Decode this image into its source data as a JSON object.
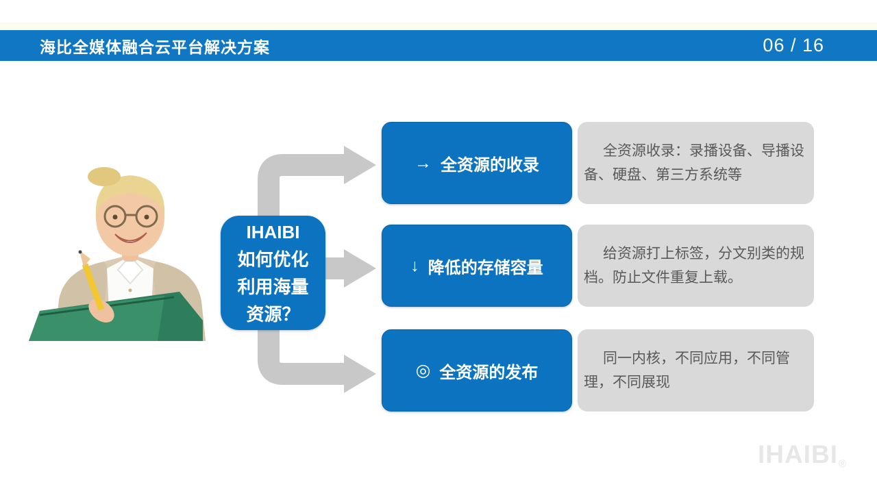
{
  "header": {
    "title": "海比全媒体融合云平台解决方案",
    "page_indicator": "06 / 16"
  },
  "center_box": {
    "lines": [
      "IHAIBI",
      "如何优化",
      "利用海量",
      "资源？"
    ]
  },
  "rows": [
    {
      "icon": "→",
      "label": "全资源的收录",
      "description": "全资源收录：录播设备、导播设备、硬盘、第三方系统等"
    },
    {
      "icon": "↓",
      "label": "降低的存储容量",
      "description": "给资源打上标签，分文别类的规档。防止文件重复上载。"
    },
    {
      "icon": "◎",
      "label": "全资源的发布",
      "description": "同一内核，不同应用，不同管理，不同展现"
    }
  ],
  "footer": {
    "logo": "IHAIBI",
    "registered_mark": "®"
  },
  "photo": {
    "description": "Smiling blonde woman with glasses writing with a yellow pencil in a green folder"
  },
  "colors": {
    "header_blue": "#0f77c4",
    "box_blue": "#0c73c0",
    "panel_gray": "#d9d9d9",
    "panel_text": "#595959",
    "arrow_gray": "#c8c8c8",
    "cream_strip": "#fbfbee",
    "watermark_gray": "#e7e7e7"
  }
}
